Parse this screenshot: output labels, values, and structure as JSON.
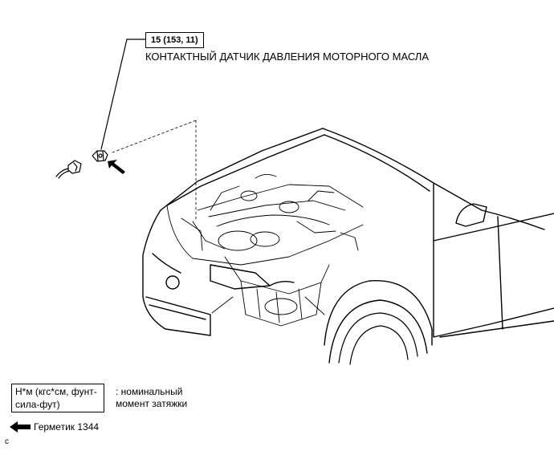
{
  "callout": {
    "torque_spec": "15 (153, 11)",
    "part_name": "КОНТАКТНЫЙ ДАТЧИК ДАВЛЕНИЯ МОТОРНОГО МАСЛА"
  },
  "legend": {
    "torque_units_line1": "Н*м (кгс*см, фунт-",
    "torque_units_line2": "сила-фут)",
    "torque_desc_line1": ": номинальный",
    "torque_desc_line2": "момент затяжки",
    "sealant_label": "Герметик 1344",
    "sealant_icon": "left-arrow-icon"
  },
  "figure_code": "c"
}
